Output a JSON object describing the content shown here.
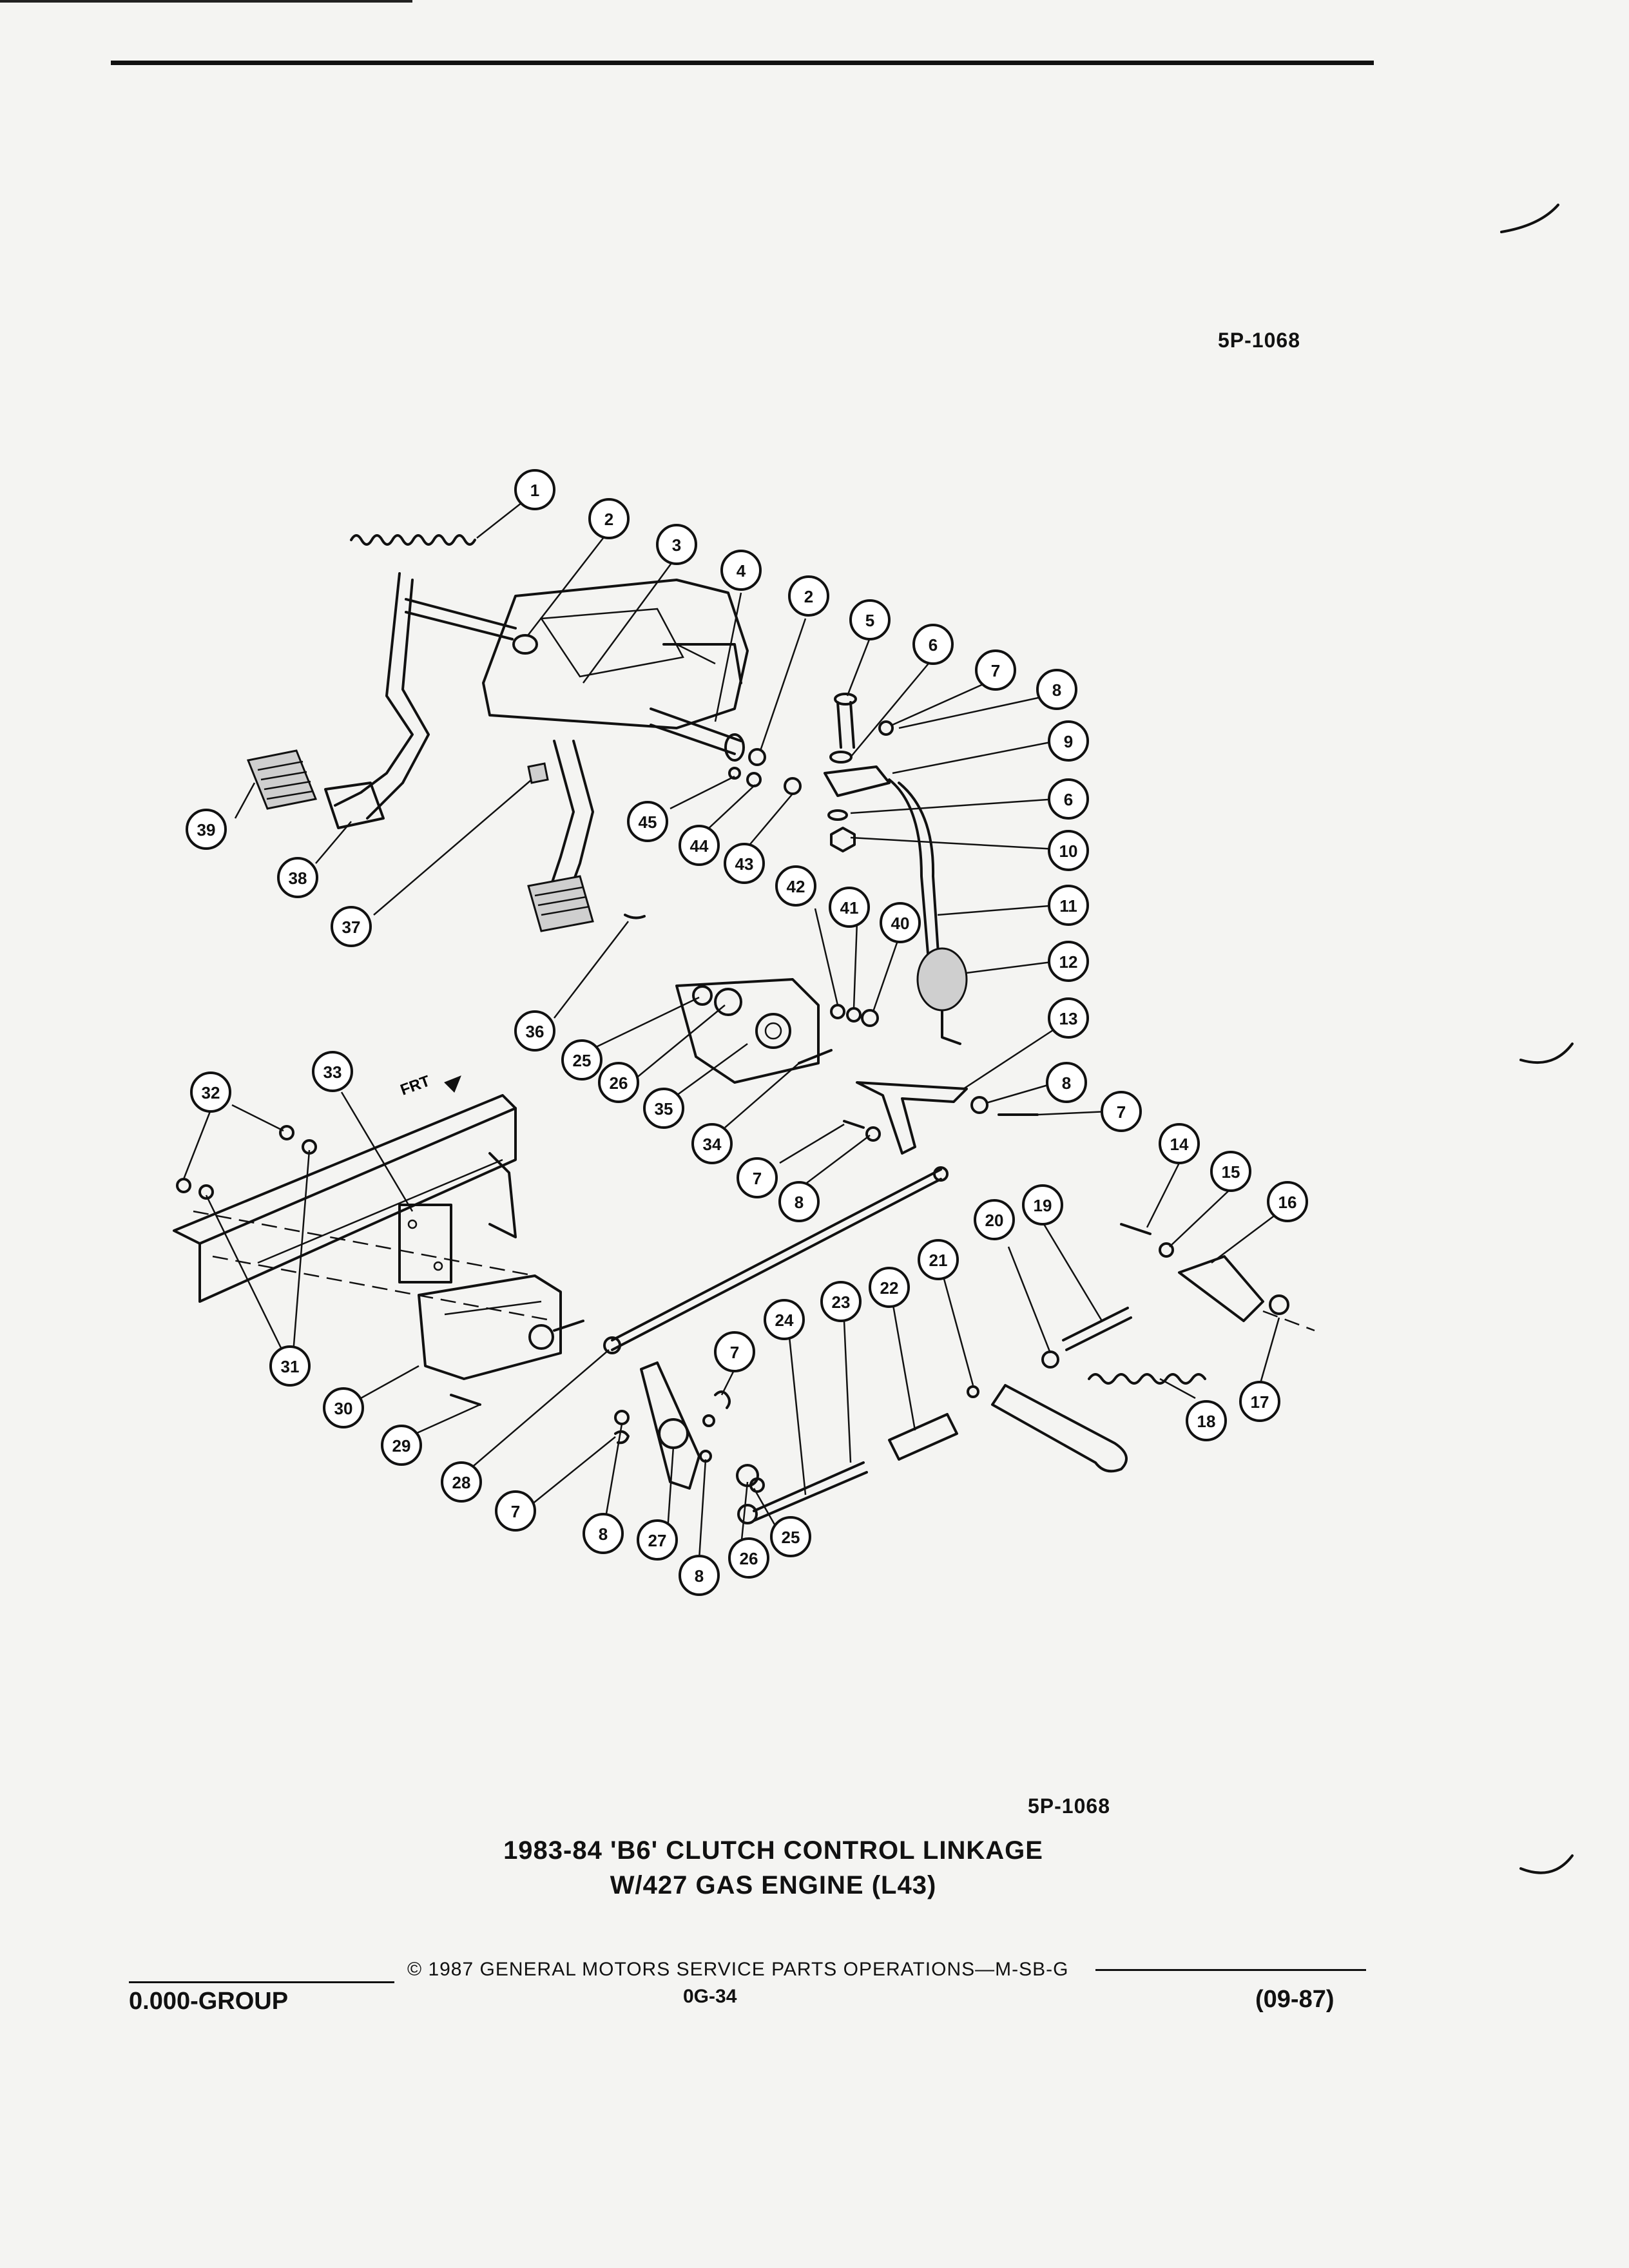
{
  "document": {
    "figure_ref_top": "5P-1068",
    "figure_ref_bottom": "5P-1068",
    "caption_line1": "1983-84 'B6' CLUTCH CONTROL LINKAGE",
    "caption_line2": "W/427 GAS ENGINE (L43)",
    "copyright": "© 1987 GENERAL MOTORS SERVICE PARTS OPERATIONS—M-SB-G",
    "group": "0.000-GROUP",
    "page": "0G-34",
    "date": "(09-87)",
    "direction_label": "FRT"
  },
  "callouts": [
    "1",
    "2",
    "3",
    "4",
    "2",
    "5",
    "6",
    "7",
    "8",
    "9",
    "6",
    "10",
    "11",
    "12",
    "13",
    "8",
    "7",
    "14",
    "15",
    "16",
    "17",
    "18",
    "19",
    "20",
    "21",
    "22",
    "23",
    "24",
    "7",
    "25",
    "26",
    "8",
    "27",
    "8",
    "7",
    "28",
    "29",
    "30",
    "31",
    "32",
    "33",
    "34",
    "7",
    "8",
    "35",
    "26",
    "25",
    "36",
    "42",
    "41",
    "40",
    "43",
    "44",
    "45",
    "37",
    "38",
    "39"
  ]
}
